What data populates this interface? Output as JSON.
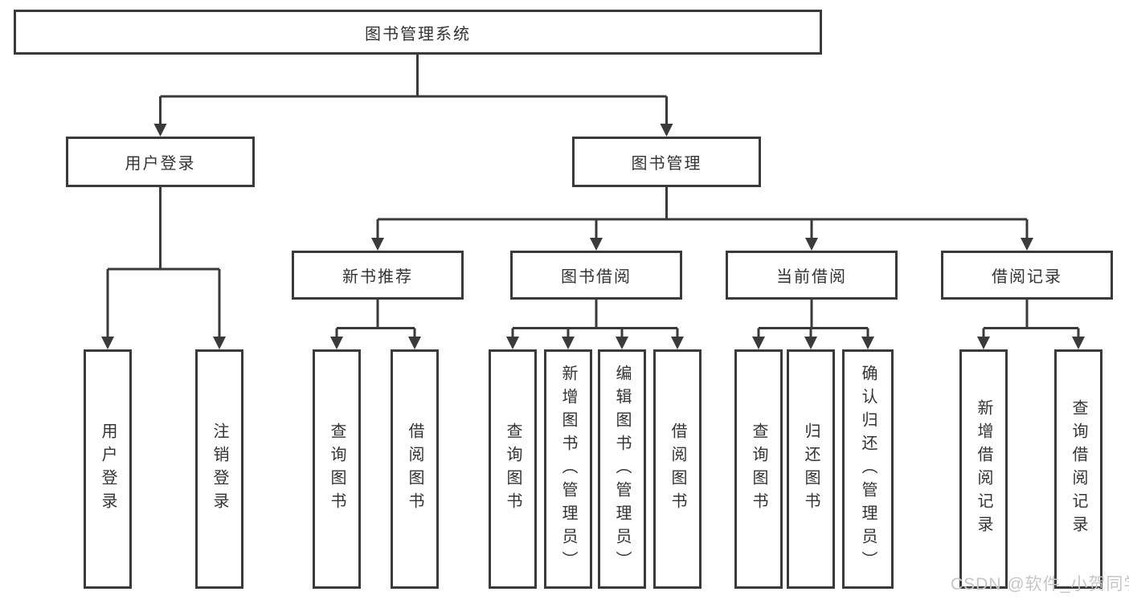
{
  "tree": {
    "root": "图书管理系统",
    "level2": [
      "用户登录",
      "图书管理"
    ],
    "level3": [
      "新书推荐",
      "图书借阅",
      "当前借阅",
      "借阅记录"
    ],
    "leaves": {
      "login": [
        "用户登录",
        "注销登录"
      ],
      "recommend": [
        "查询图书",
        "借阅图书"
      ],
      "borrow": [
        "查询图书",
        "新增图书（管理员）",
        "编辑图书（管理员）",
        "借阅图书"
      ],
      "current": [
        "查询图书",
        "归还图书",
        "确认归还（管理员）"
      ],
      "records": [
        "新增借阅记录",
        "查询借阅记录"
      ]
    }
  },
  "watermark": {
    "text": "CSDN @软件_小贺同学"
  },
  "colors": {
    "line": "#3a3a3a",
    "text": "#333333",
    "background": "#ffffff",
    "watermark": "#c6c6c6"
  }
}
